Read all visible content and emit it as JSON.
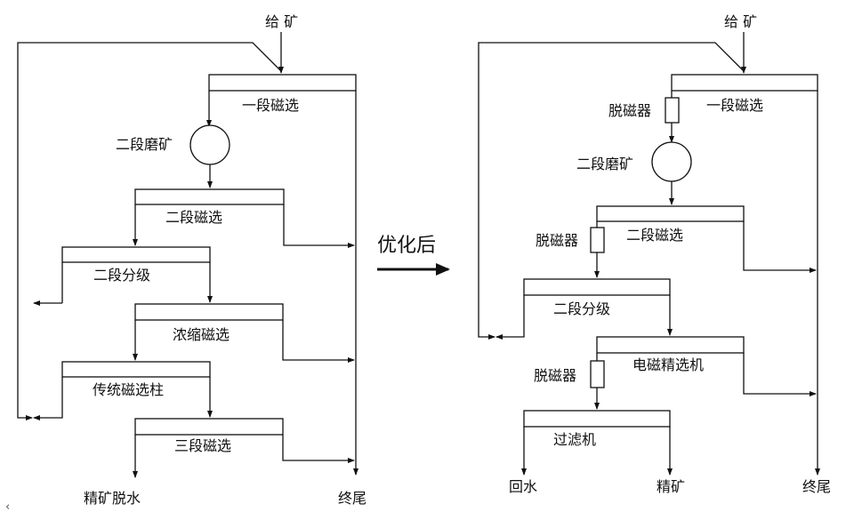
{
  "left": {
    "feed": "给 矿",
    "stage1": "一段磁选",
    "mill": "二段磨矿",
    "stage2": "二段磁选",
    "classify": "二段分级",
    "thicken": "浓缩磁选",
    "column": "传统磁选柱",
    "stage3": "三段磁选",
    "concentrate": "精矿脱水",
    "tailings": "终尾"
  },
  "arrow_label": "优化后",
  "right": {
    "feed": "给 矿",
    "stage1": "一段磁选",
    "demag1": "脱磁器",
    "mill": "二段磨矿",
    "demag2": "脱磁器",
    "stage2": "二段磁选",
    "classify": "二段分级",
    "demag3": "脱磁器",
    "elutriation": "电磁精选机",
    "filter": "过滤机",
    "water": "回水",
    "concentrate": "精矿",
    "tailings": "终尾"
  },
  "corner_mark": "‹"
}
